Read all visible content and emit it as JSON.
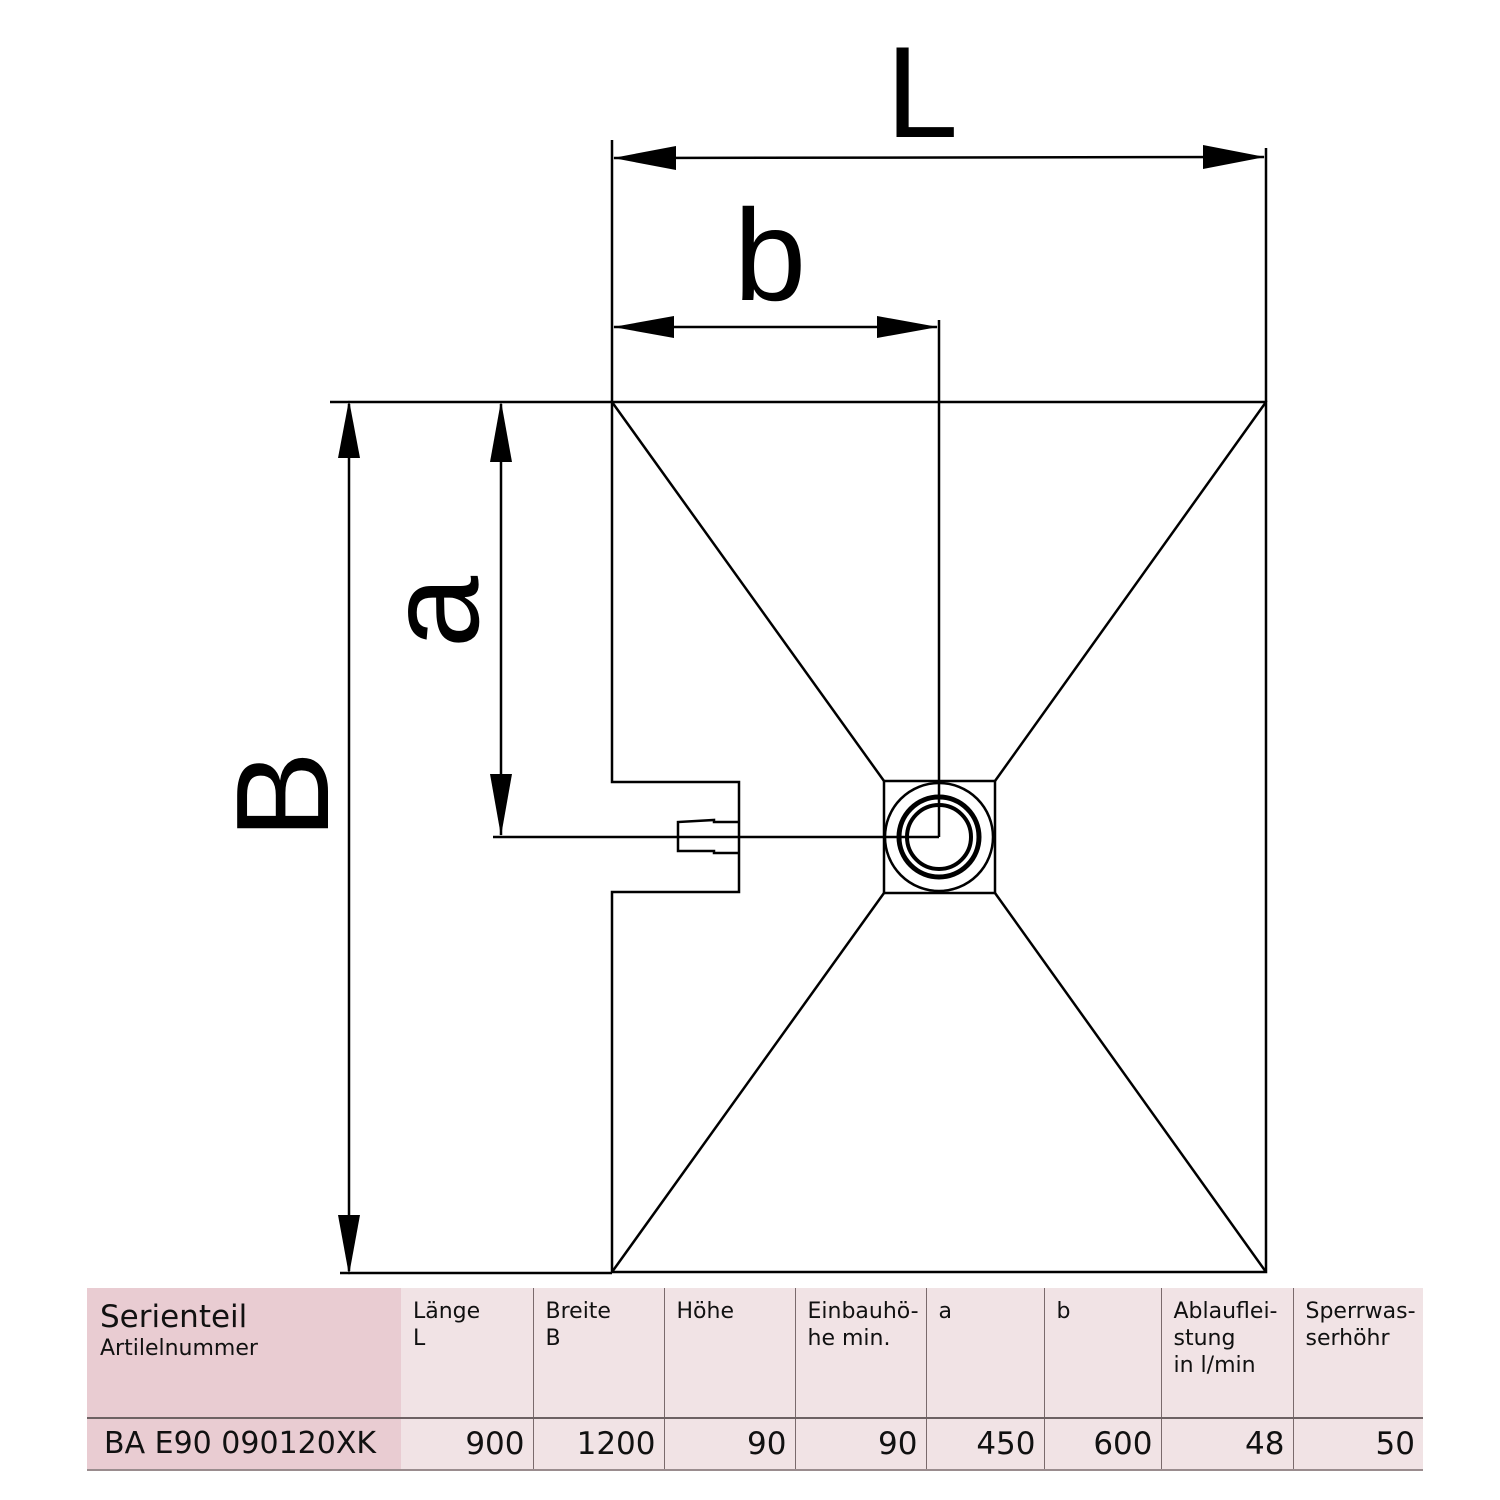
{
  "drawing": {
    "labels": {
      "length": "L",
      "width": "B",
      "drain_offset_x": "b",
      "drain_offset_y": "a"
    },
    "line_color": "#000000"
  },
  "table": {
    "header": {
      "part_title": "Serienteil",
      "part_subtitle": "Artilelnummer",
      "columns": [
        "Länge\nL",
        "Breite\nB",
        "Höhe",
        "Einbauhö-\nhe min.",
        "a",
        "b",
        "Ablauflei-\nstung\nin l/min",
        "Sperrwas-\nserhöhr"
      ]
    },
    "rows": [
      {
        "article_number": "BA E90 090120XK",
        "values": [
          "900",
          "1200",
          "90",
          "90",
          "450",
          "600",
          "48",
          "50"
        ]
      }
    ],
    "colors": {
      "first_column_bg": "#e9ccd2",
      "cell_bg": "#f1e3e5"
    }
  }
}
